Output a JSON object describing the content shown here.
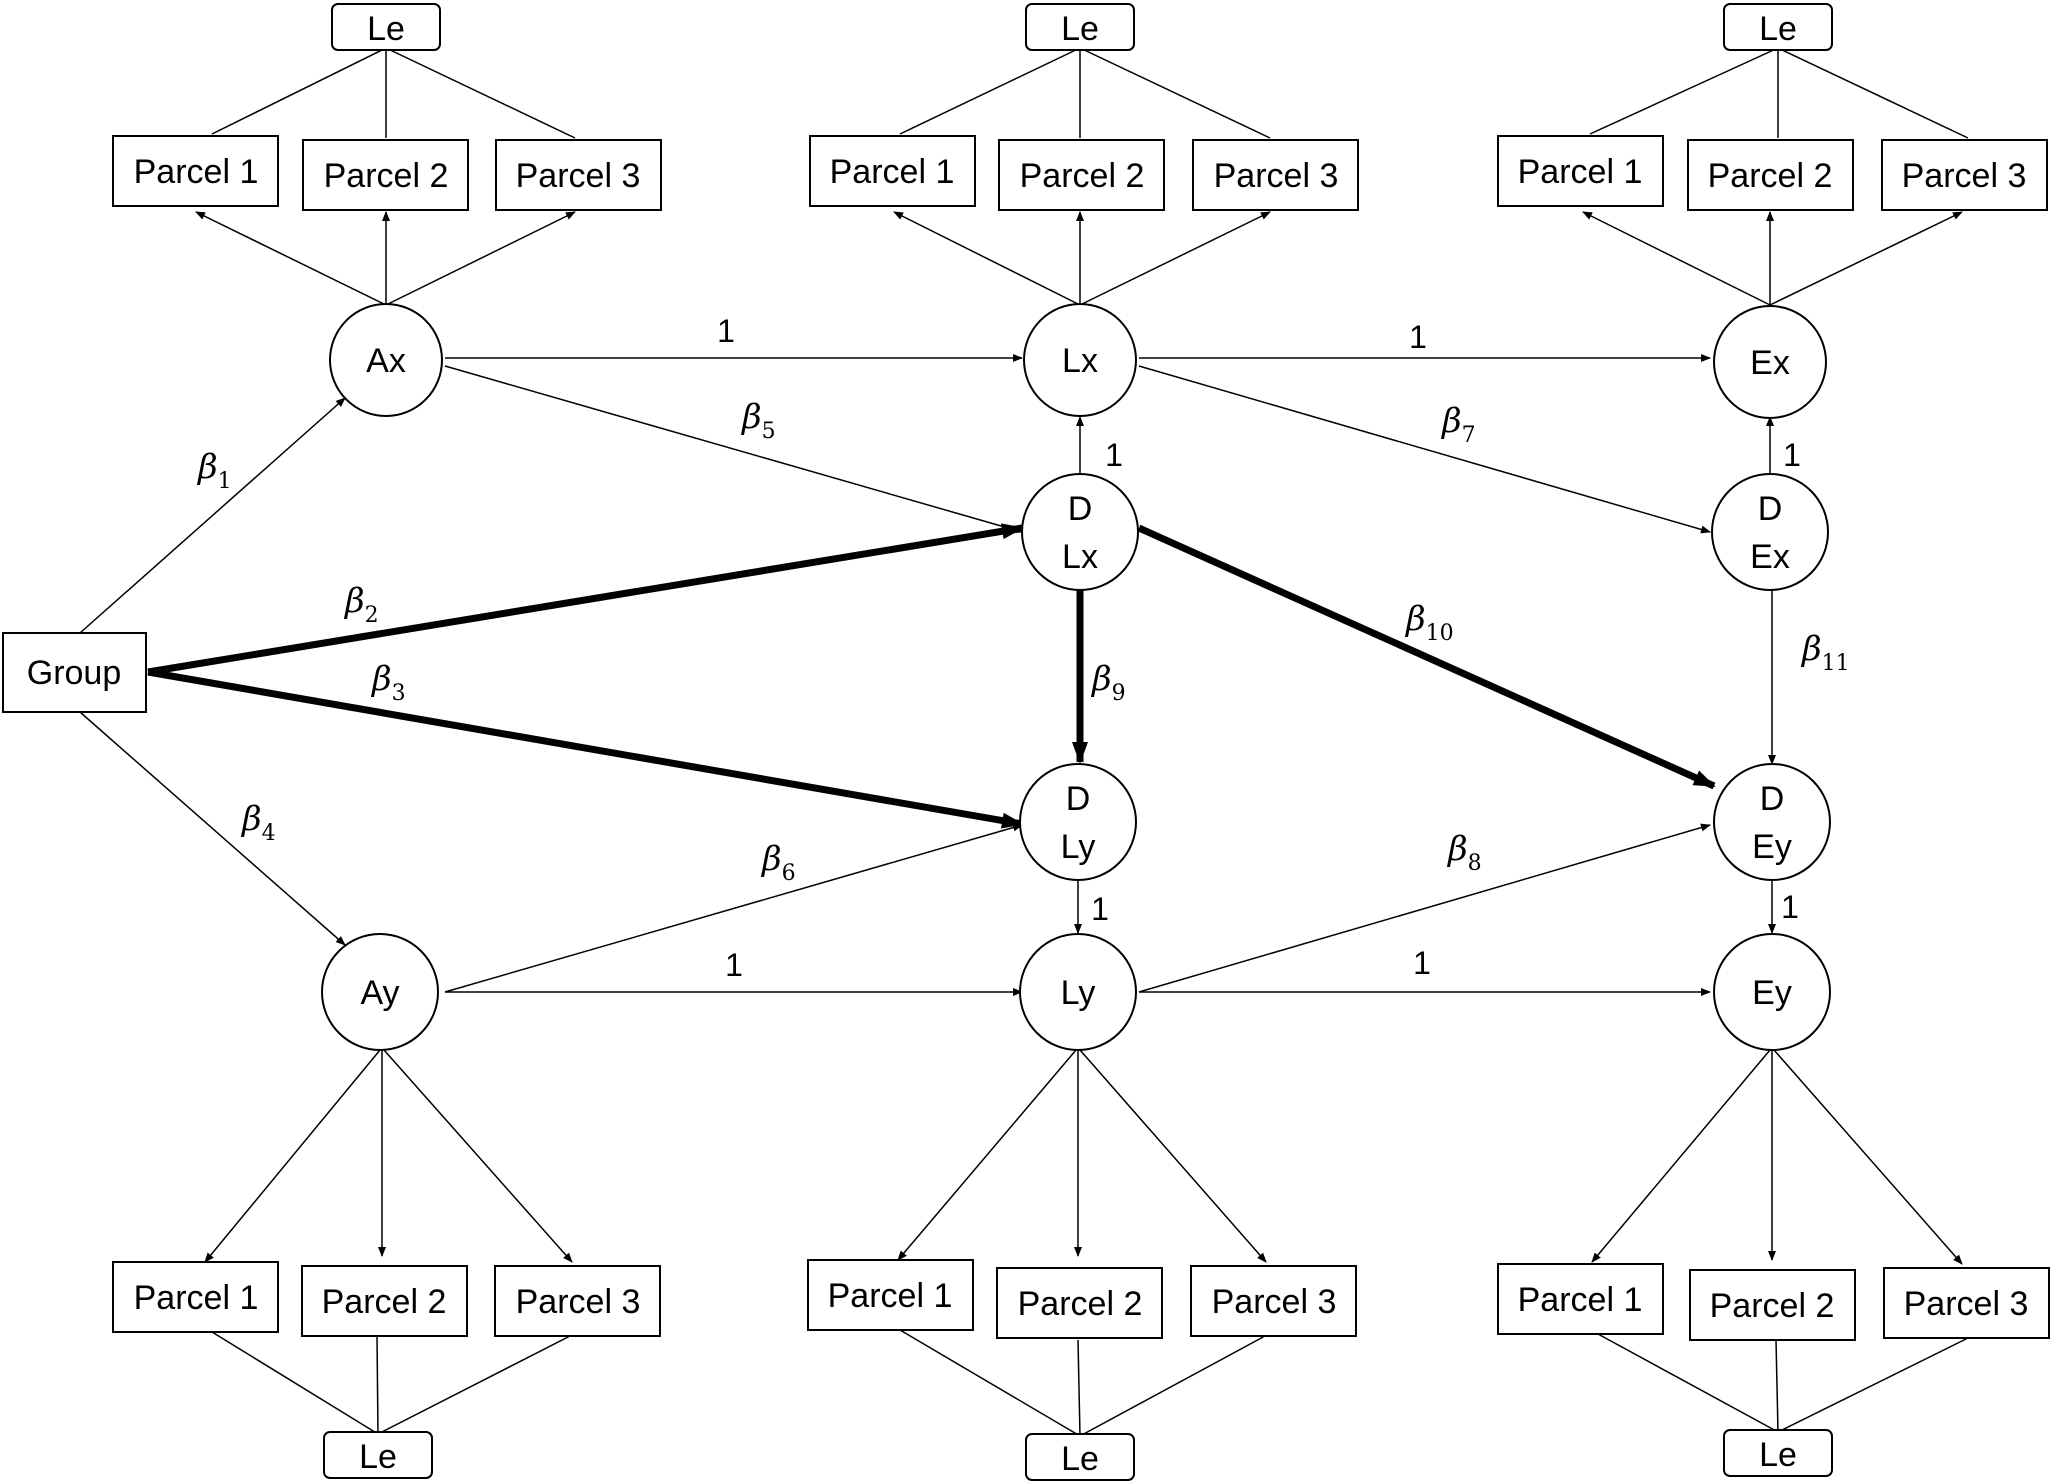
{
  "diagram": {
    "nodes": {
      "group": "Group",
      "ax": "Ax",
      "lx": "Lx",
      "ex": "Ex",
      "ay": "Ay",
      "ly": "Ly",
      "ey": "Ey",
      "dlx": [
        "D",
        "Lx"
      ],
      "dex": [
        "D",
        "Ex"
      ],
      "dly": [
        "D",
        "Ly"
      ],
      "dey": [
        "D",
        "Ey"
      ]
    },
    "indicators": {
      "parcels": [
        "Parcel 1",
        "Parcel 2",
        "Parcel 3"
      ],
      "le": "Le"
    },
    "path_labels": {
      "b1": {
        "sym": "β",
        "sub": "1"
      },
      "b2": {
        "sym": "β",
        "sub": "2"
      },
      "b3": {
        "sym": "β",
        "sub": "3"
      },
      "b4": {
        "sym": "β",
        "sub": "4"
      },
      "b5": {
        "sym": "β",
        "sub": "5"
      },
      "b6": {
        "sym": "β",
        "sub": "6"
      },
      "b7": {
        "sym": "β",
        "sub": "7"
      },
      "b8": {
        "sym": "β",
        "sub": "8"
      },
      "b9": {
        "sym": "β",
        "sub": "9"
      },
      "b10": {
        "sym": "β",
        "sub": "10"
      },
      "b11": {
        "sym": "β",
        "sub": "11"
      },
      "fixed": "1"
    },
    "colors": {
      "stroke": "#000000",
      "fill": "#ffffff"
    }
  }
}
